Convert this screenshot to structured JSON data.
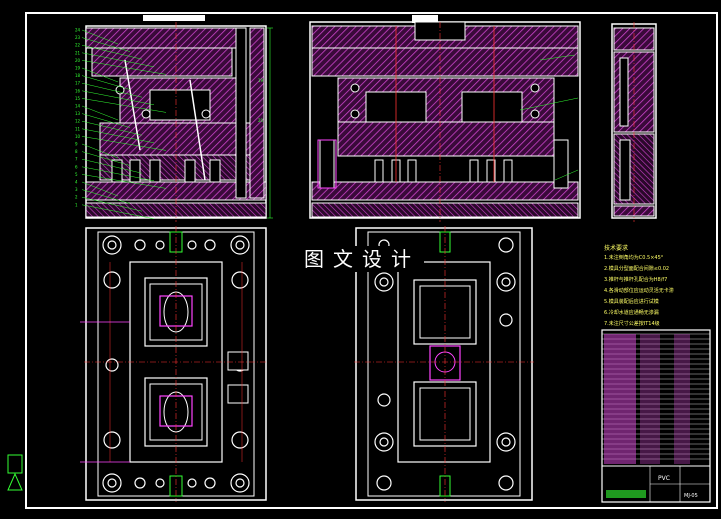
{
  "watermark": "图文设计",
  "sheet": {
    "background": "#000000",
    "border_color": "#ffffff",
    "hatch_color": "#cc44cc",
    "leader_color": "#33ff33",
    "center_line_color": "#ff3333",
    "note_color": "#ffff66"
  },
  "tech_notes": {
    "title": "技术要求",
    "items": [
      "1.未注倒角均为C0.5×45°",
      "2.模具分型面配合间隙≤0.02",
      "3.推杆与推杆孔配合为H8/f7",
      "4.各滑动部位应运动灵活无卡滞",
      "5.模具装配后应进行试模",
      "6.冷却水道应通畅无渗漏",
      "7.未注尺寸公差按IT14级"
    ]
  },
  "title_block": {
    "material": "PVC",
    "code": "MJ-05"
  },
  "callouts": {
    "left_section": [
      "24",
      "23",
      "22",
      "21",
      "20",
      "19",
      "18",
      "17",
      "16",
      "15",
      "14",
      "13",
      "12",
      "11",
      "10",
      "9",
      "8",
      "7",
      "6",
      "5",
      "4",
      "3",
      "2",
      "1"
    ],
    "right_side": [
      "19",
      "20"
    ]
  }
}
